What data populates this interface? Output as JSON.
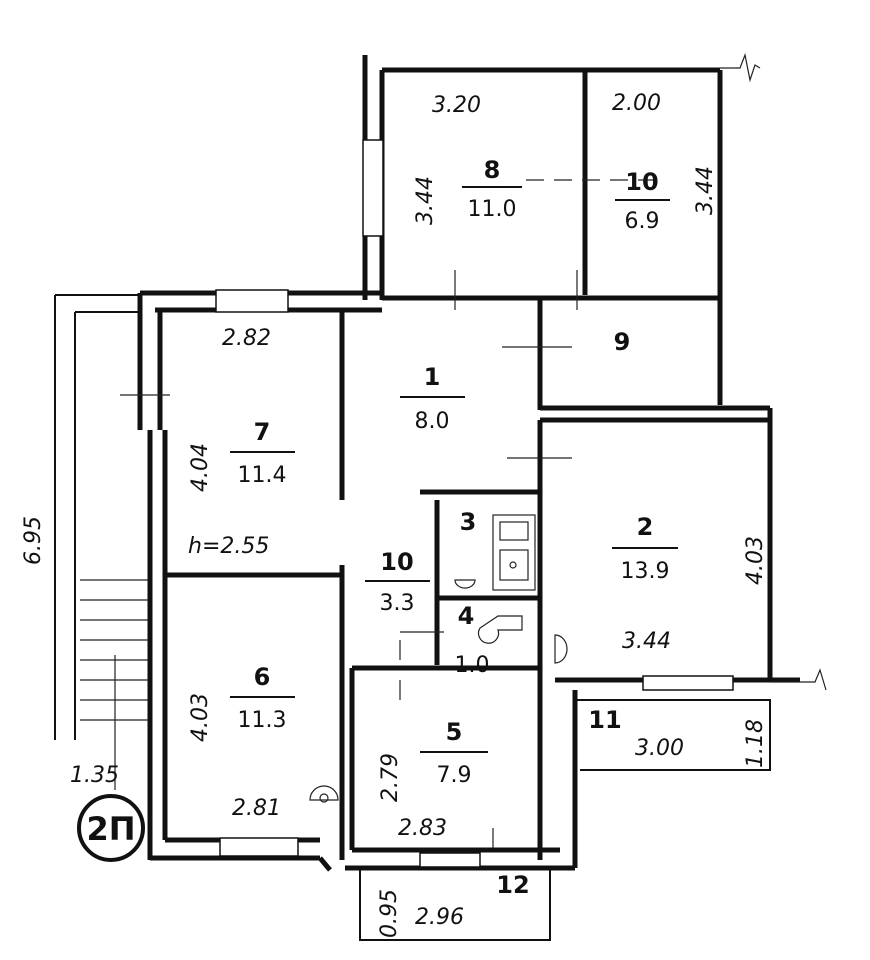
{
  "plan_badge": "2П",
  "ceiling_height": "h=2.55",
  "rooms": [
    {
      "id": "r8",
      "number": "8",
      "area": "11.0"
    },
    {
      "id": "r10a",
      "number": "10",
      "area": "6.9"
    },
    {
      "id": "r9",
      "number": "9",
      "area": ""
    },
    {
      "id": "r1",
      "number": "1",
      "area": "8.0"
    },
    {
      "id": "r7",
      "number": "7",
      "area": "11.4"
    },
    {
      "id": "r2",
      "number": "2",
      "area": "13.9"
    },
    {
      "id": "r3",
      "number": "3",
      "area": ""
    },
    {
      "id": "r10b",
      "number": "10",
      "area": "3.3"
    },
    {
      "id": "r4",
      "number": "4",
      "area": "1.0"
    },
    {
      "id": "r6",
      "number": "6",
      "area": "11.3"
    },
    {
      "id": "r5",
      "number": "5",
      "area": "7.9"
    },
    {
      "id": "r11",
      "number": "11",
      "area": ""
    },
    {
      "id": "r12",
      "number": "12",
      "area": ""
    }
  ],
  "dimensions": {
    "d_320": "3.20",
    "d_200": "2.00",
    "d_344_left": "3.44",
    "d_344_right": "3.44",
    "d_282": "2.82",
    "d_404": "4.04",
    "d_695": "6.95",
    "d_403_right": "4.03",
    "d_344_balcony": "3.44",
    "d_300": "3.00",
    "d_118": "1.18",
    "d_403_left": "4.03",
    "d_279": "2.79",
    "d_135": "1.35",
    "d_281": "2.81",
    "d_283": "2.83",
    "d_095": "0.95",
    "d_296": "2.96"
  }
}
